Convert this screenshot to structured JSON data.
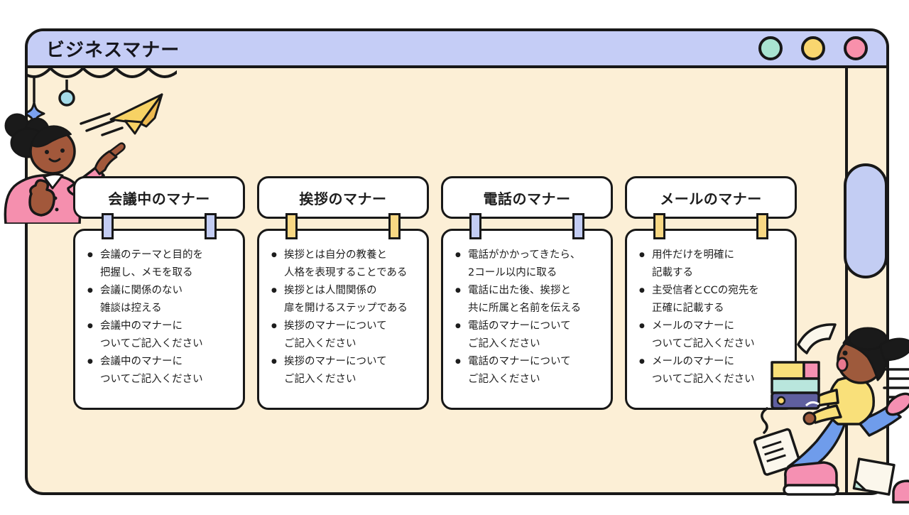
{
  "window": {
    "title": "ビジネスマナー",
    "traffic_lights": [
      {
        "name": "teal-button",
        "color": "#a9e4d1"
      },
      {
        "name": "yellow-button",
        "color": "#f9d66f"
      },
      {
        "name": "pink-button",
        "color": "#f890ab"
      }
    ]
  },
  "cards": [
    {
      "title": "会議中のマナー",
      "connector_color": "#c3cdf3",
      "bullets": [
        "会議のテーマと目的を\n把握し、メモを取る",
        "会議に関係のない\n雑談は控える",
        "会議中のマナーに\nついてご記入ください",
        "会議中のマナーに\nついてご記入ください"
      ]
    },
    {
      "title": "挨拶のマナー",
      "connector_color": "#f8d883",
      "bullets": [
        "挨拶とは自分の教養と\n人格を表現することである",
        "挨拶とは人間関係の\n扉を開けるステップである",
        "挨拶のマナーについて\nご記入ください",
        "挨拶のマナーについて\nご記入ください"
      ]
    },
    {
      "title": "電話のマナー",
      "connector_color": "#c3cdf3",
      "bullets": [
        "電話がかかってきたら、\n2コール以内に取る",
        "電話に出た後、挨拶と\n共に所属と名前を伝える",
        "電話のマナーについて\nご記入ください",
        "電話のマナーについて\nご記入ください"
      ]
    },
    {
      "title": "メールのマナー",
      "connector_color": "#f8d883",
      "bullets": [
        "用件だけを明確に\n記載する",
        "主受信者とCCの宛先を\n正確に記載する",
        "メールのマナーに\nついてご記入ください",
        "メールのマナーに\nついてご記入ください"
      ]
    }
  ],
  "colors": {
    "titlebar": "#c5cdf6",
    "canvas": "#fcefd6",
    "outline": "#181818",
    "scrollbar_thumb": "#c3cdf3",
    "connector_blue": "#c3cdf3",
    "connector_yellow": "#f8d883"
  }
}
